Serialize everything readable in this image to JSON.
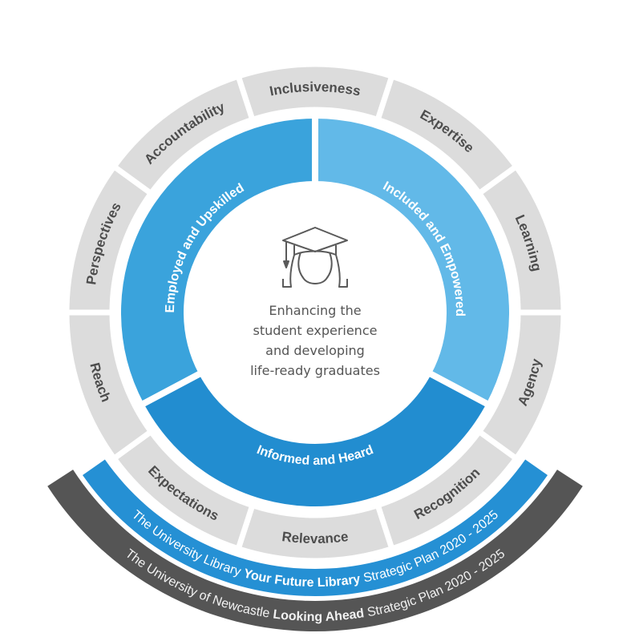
{
  "center": {
    "icon": "graduate-cap-icon",
    "lines": [
      "Enhancing the",
      "student experience",
      "and developing",
      "life-ready graduates"
    ]
  },
  "middle_ring": [
    {
      "label": "Employed and Upskilled",
      "color": "#3aa3dc"
    },
    {
      "label": "Included and Empowered",
      "color": "#62b9e8"
    },
    {
      "label": "Informed and Heard",
      "color": "#228dd0"
    }
  ],
  "outer_ring": {
    "color": "#dcdcdc",
    "labels": [
      "Inclusiveness",
      "Expertise",
      "Learning",
      "Agency",
      "Recognition",
      "Relevance",
      "Expectations",
      "Reach",
      "Perspectives",
      "Accountability"
    ]
  },
  "library_band": {
    "color": "#2590d4",
    "prefix": "The University Library ",
    "highlight": "Your Future Library",
    "suffix": " Strategic Plan 2020 - 2025"
  },
  "university_band": {
    "color": "#555555",
    "prefix": "The University of Newcastle ",
    "highlight": "Looking Ahead",
    "suffix": " Strategic Plan 2020 - 2025"
  }
}
